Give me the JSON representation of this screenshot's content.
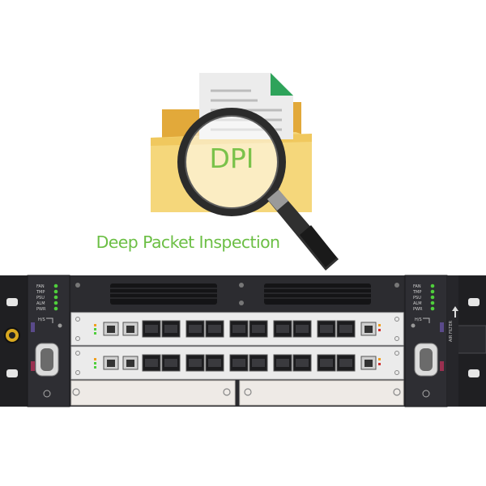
{
  "illustration": {
    "magnifier_label": "DPI",
    "caption": "Deep Packet Inspection",
    "icons": [
      "folder-icon",
      "document-icon",
      "magnifying-glass-icon"
    ]
  },
  "chassis": {
    "left_panel_indicators": [
      "FAN",
      "TMP",
      "PSU",
      "ALM",
      "PWR"
    ],
    "left_panel_button": "H/S",
    "right_panel_indicators": [
      "FAN",
      "TMP",
      "PSU",
      "ALM",
      "PWR"
    ],
    "right_panel_button": "H/S",
    "filter_label": "AIR FILTER",
    "line_cards": [
      {
        "ports": 10
      },
      {
        "ports": 10
      }
    ],
    "colors": {
      "body": "#2a2a2e",
      "card": "#e9e9e9",
      "led_green": "#4fcf3c",
      "led_orange": "#f0a020",
      "blank": "#eeeae6"
    }
  }
}
